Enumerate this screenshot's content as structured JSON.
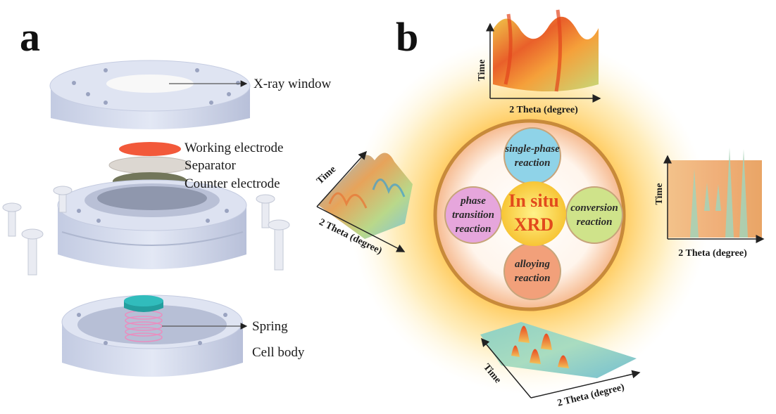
{
  "panels": {
    "a": "a",
    "b": "b"
  },
  "cell_labels": {
    "xray_window": "X-ray window",
    "working_electrode": "Working electrode",
    "separator": "Separator",
    "counter_electrode": "Counter electrode",
    "spring": "Spring",
    "cell_body": "Cell body"
  },
  "center": {
    "line1": "In situ",
    "line2": "XRD"
  },
  "reactions": {
    "single_phase": [
      "single-phase",
      "reaction"
    ],
    "conversion": [
      "conversion",
      "reaction"
    ],
    "alloying": [
      "alloying",
      "reaction"
    ],
    "phase_transition": [
      "phase",
      "transition",
      "reaction"
    ]
  },
  "axes": {
    "time": "Time",
    "two_theta": "2 Theta (degree)"
  },
  "colors": {
    "cell_metal": "#d8deee",
    "cell_metal_dark": "#b7bfd6",
    "working_electrode": "#f2593a",
    "separator": "#d9d5d0",
    "counter_electrode": "#6b6e54",
    "spring_cap": "#2fb8b8",
    "spring": "#e98fc0",
    "glow": "#ffb21a",
    "ring": "#c88a3a",
    "center_fill": "#fde05a",
    "center_text": "#e24a1c",
    "bubble_single": "#8fd3e8",
    "bubble_conversion": "#cfe38a",
    "bubble_alloying": "#f2a07a",
    "bubble_phase": "#e6a6dc"
  }
}
